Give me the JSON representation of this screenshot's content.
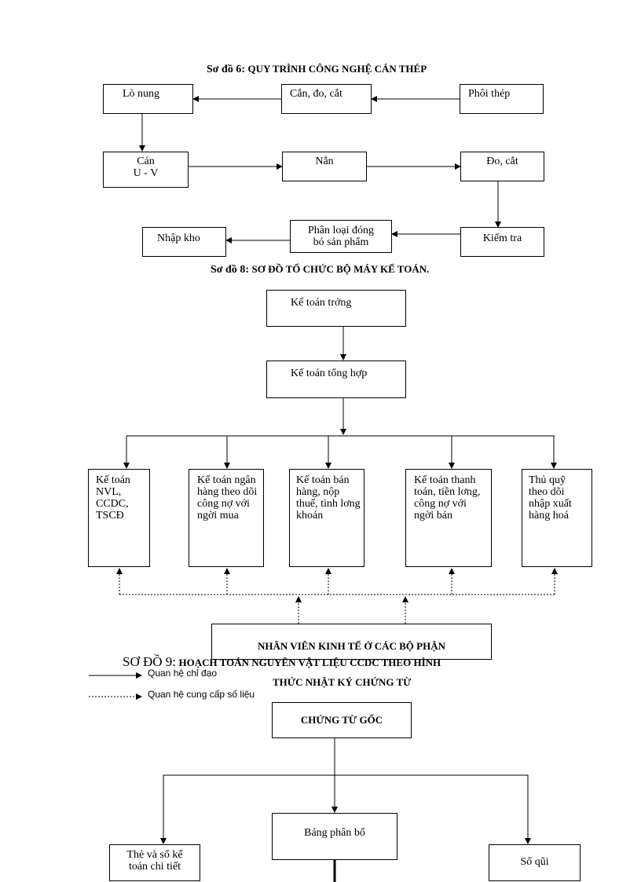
{
  "diagram6": {
    "title_prefix": "Sơ đồ 6:",
    "title_main": "QUY TRÌNH CÔNG NGHỆ CÁN THÉP",
    "nodes": {
      "lo_nung": "Lò nung",
      "can_do_cat": "Cắn, đo, cắt",
      "phoi_thep": "Phôi thép",
      "can_line1": "Cán",
      "can_line2": "U - V",
      "nan": "Nắn",
      "do_cat": "Đo, cắt",
      "kiem_tra": "Kiểm tra",
      "phan_loai_line1": "Phân loại đóng",
      "phan_loai_line2": "bó sản phẩm",
      "nhap_kho": "Nhập kho"
    }
  },
  "diagram8": {
    "title_prefix": "Sơ đồ 8:",
    "title_main": "SƠ ĐỒ TỔ CHỨC BỘ MÁY KẾ TOÁN.",
    "nodes": {
      "ke_toan_truong": "Kế toán trởng",
      "ke_toan_tong_hop": "Kế toán tổng hợp",
      "kt_nvl": "Kế toán NVL, CCDC, TSCĐ",
      "kt_ngan_hang": "Kế toán ngân hàng theo dõi công nợ với ngời mua",
      "kt_ban_hang": "Kế toán bán hàng, nộp thuế, tình lơng khoán",
      "kt_thanh_toan": "Kế toán thanh toán, tiền lơng, công nợ với ngời    bán",
      "thu_quy": "Thủ quỹ theo dõi nhập xuất hàng hoá",
      "nhan_vien": "NHÂN VIÊN KINH TẾ Ở CÁC BỘ PHẬN"
    },
    "legend": {
      "direct": "Quan hệ chỉ đạo",
      "supply": "Quan hệ cung cấp số liệu"
    }
  },
  "diagram9": {
    "title_prefix": "SƠ ĐỒ 9:",
    "title_main": "HOẠCH TOÁN NGUYÊN VẬT LIỆU CCDC THEO HÌNH",
    "title_line2": "THỨC NHẬT KÝ CHỨNG TỪ",
    "nodes": {
      "chung_tu_goc": "CHỨNG TỪ GỐC",
      "bang_phan_bo": "Bảng phân bổ",
      "the_so_line1": "Thẻ và sổ kế",
      "the_so_line2": "toán chi tiết",
      "so_qui": "Sổ qũi"
    }
  }
}
